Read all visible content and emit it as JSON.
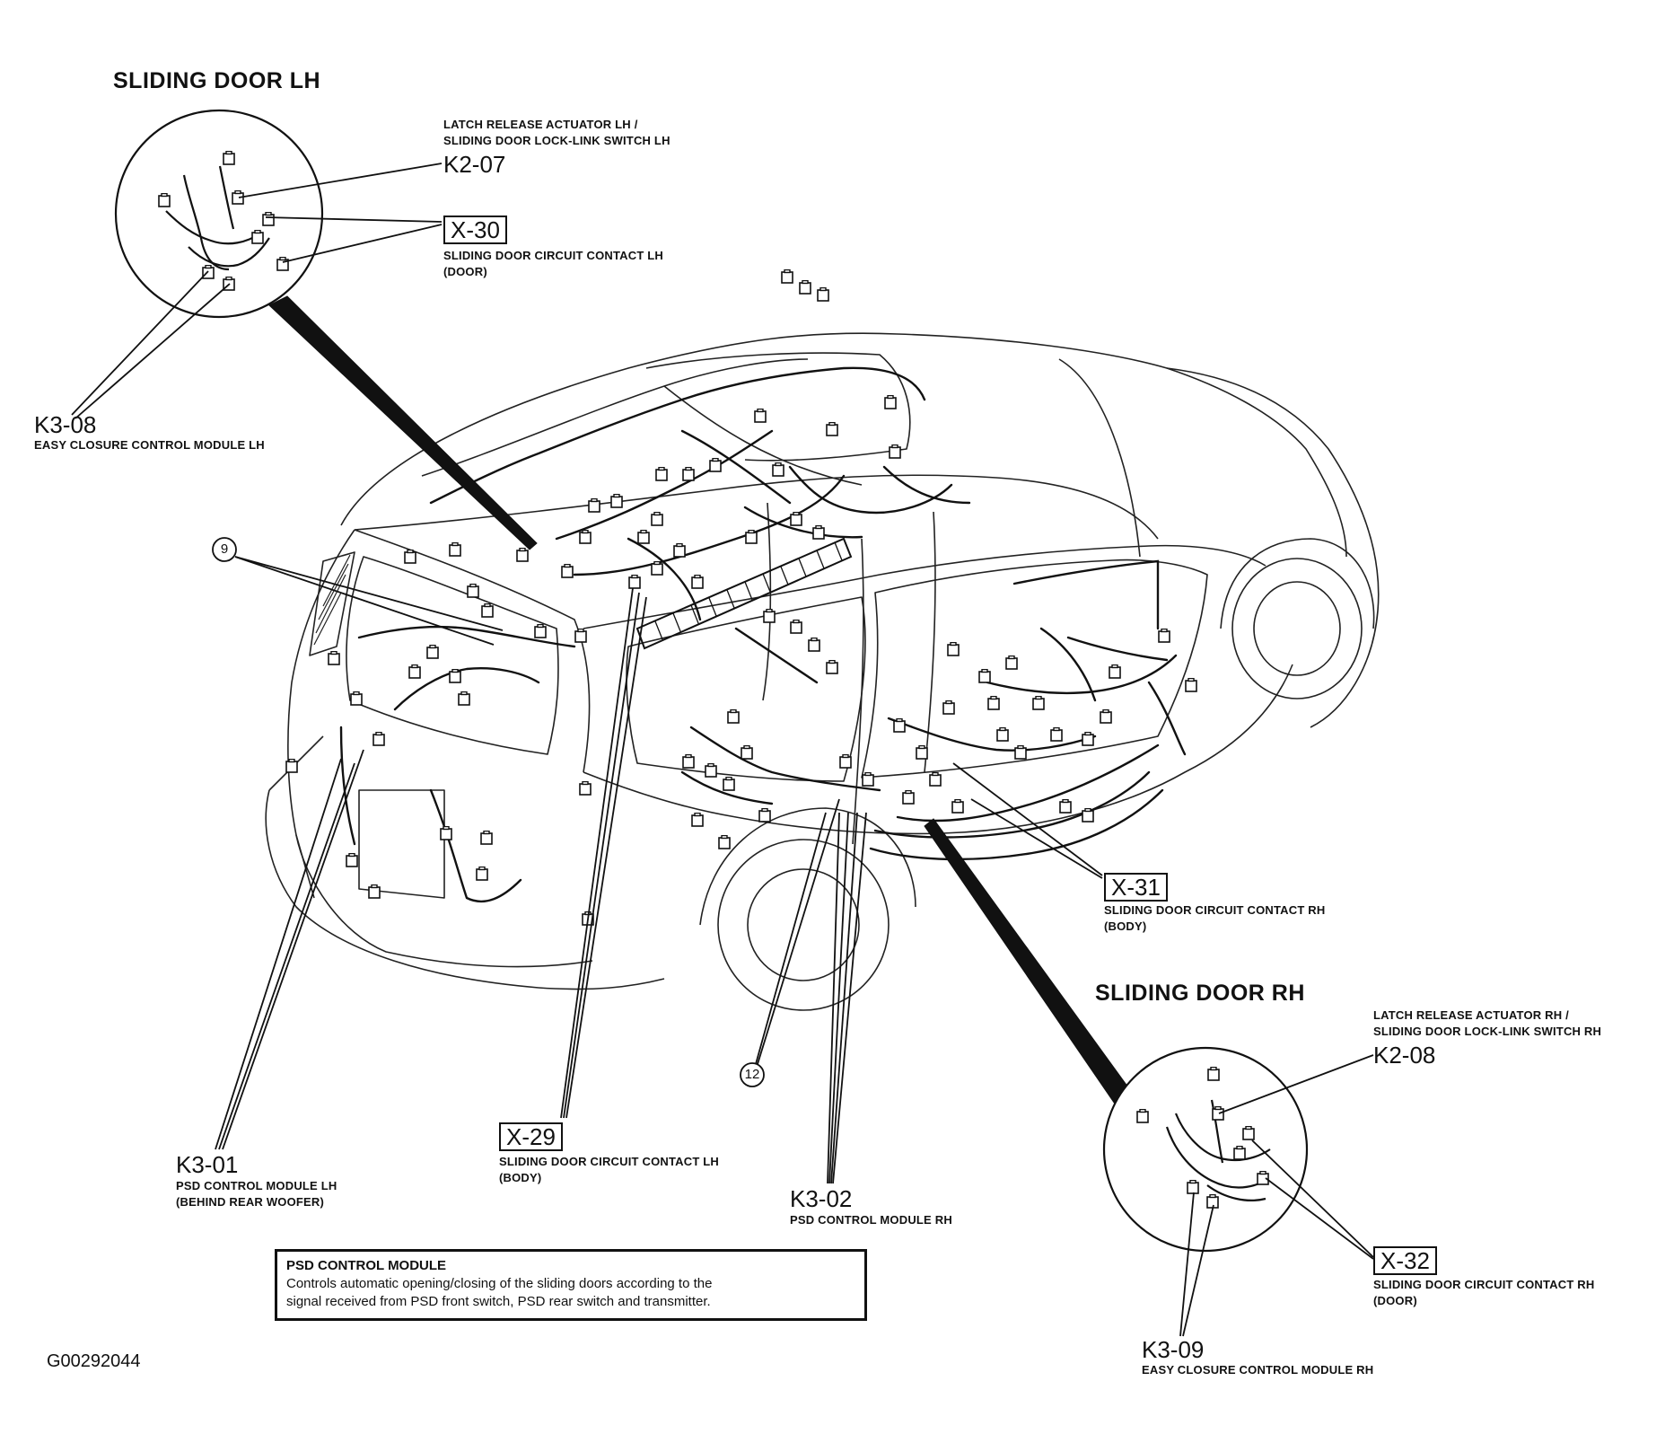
{
  "figure_id": "G00292044",
  "titles": {
    "left": "SLIDING DOOR LH",
    "right": "SLIDING DOOR RH"
  },
  "callouts": {
    "k2_07": {
      "code": "K2-07",
      "lines": [
        "LATCH RELEASE ACTUATOR LH /",
        "SLIDING DOOR LOCK-LINK SWITCH LH"
      ]
    },
    "x_30": {
      "code": "X-30",
      "lines": [
        "SLIDING DOOR CIRCUIT CONTACT LH",
        "(DOOR)"
      ]
    },
    "k3_08": {
      "code": "K3-08",
      "lines": [
        "EASY CLOSURE CONTROL MODULE LH"
      ]
    },
    "x_31": {
      "code": "X-31",
      "lines": [
        "SLIDING DOOR CIRCUIT CONTACT RH",
        "(BODY)"
      ]
    },
    "k2_08": {
      "code": "K2-08",
      "lines": [
        "LATCH RELEASE ACTUATOR RH /",
        "SLIDING DOOR LOCK-LINK SWITCH RH"
      ]
    },
    "x_32": {
      "code": "X-32",
      "lines": [
        "SLIDING DOOR CIRCUIT CONTACT RH",
        "(DOOR)"
      ]
    },
    "k3_09": {
      "code": "K3-09",
      "lines": [
        "EASY CLOSURE CONTROL MODULE RH"
      ]
    },
    "k3_01": {
      "code": "K3-01",
      "lines": [
        "PSD CONTROL MODULE LH",
        "(BEHIND REAR WOOFER)"
      ]
    },
    "x_29": {
      "code": "X-29",
      "lines": [
        "SLIDING DOOR CIRCUIT CONTACT LH",
        "(BODY)"
      ]
    },
    "k3_02": {
      "code": "K3-02",
      "lines": [
        "PSD CONTROL MODULE RH"
      ]
    },
    "ground_9": {
      "label": "9"
    },
    "ground_12": {
      "label": "12"
    }
  },
  "info_box": {
    "heading": "PSD CONTROL MODULE",
    "line1": "Controls automatic opening/closing of the sliding doors according to the",
    "line2": "signal received from PSD front switch, PSD rear switch and transmitter."
  }
}
